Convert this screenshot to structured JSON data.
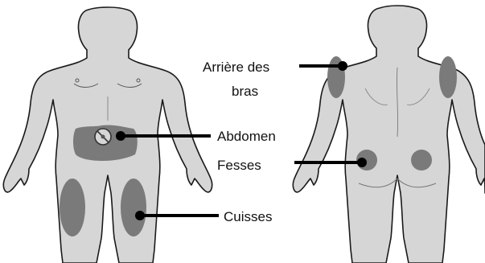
{
  "labels": {
    "back_of_arms_line1": "Arrière des",
    "back_of_arms_line2": "bras",
    "abdomen": "Abdomen",
    "buttocks": "Fesses",
    "thighs": "Cuisses"
  },
  "colors": {
    "body_fill": "#d6d6d6",
    "body_outline": "#1a1a1a",
    "injection_zone": "#7a7a7a",
    "leader_line": "#000000",
    "background": "#ffffff"
  }
}
